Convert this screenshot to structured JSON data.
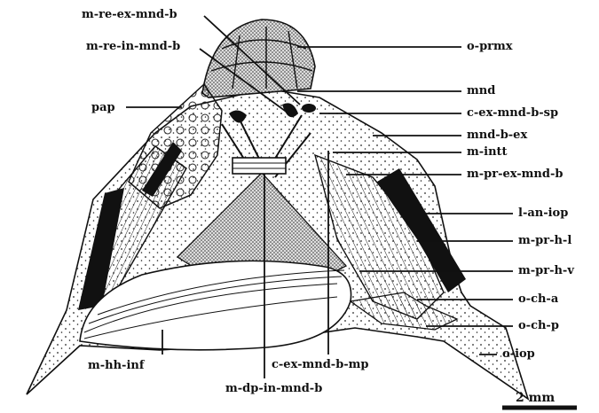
{
  "labels": {
    "m_re_ex_mnd_b": "m-re-ex-mnd-b",
    "m_re_in_mnd_b": "m-re-in-mnd-b",
    "pap": "pap",
    "o_prmx": "o-prmx",
    "mnd": "mnd",
    "c_ex_mnd_b_sp": "c-ex-mnd-b-sp",
    "mnd_b_ex": "mnd-b-ex",
    "m_intt": "m-intt",
    "m_pr_ex_mnd_b": "m-pr-ex-mnd-b",
    "l_an_iop": "l-an-iop",
    "m_pr_h_l": "m-pr-h-l",
    "m_pr_h_v": "m-pr-h-v",
    "o_ch_a": "o-ch-a",
    "o_ch_p": "o-ch-p",
    "o_iop": "o-iop",
    "m_hh_inf": "m-hh-inf",
    "c_ex_mnd_b_mp": "c-ex-mnd-b-mp",
    "m_dp_in_mnd_b": "m-dp-in-mnd-b"
  },
  "scale_bar": {
    "label": "2 mm"
  },
  "colors": {
    "ink": "#111111",
    "paper": "#ffffff",
    "stipple": "#f2f2f2"
  }
}
